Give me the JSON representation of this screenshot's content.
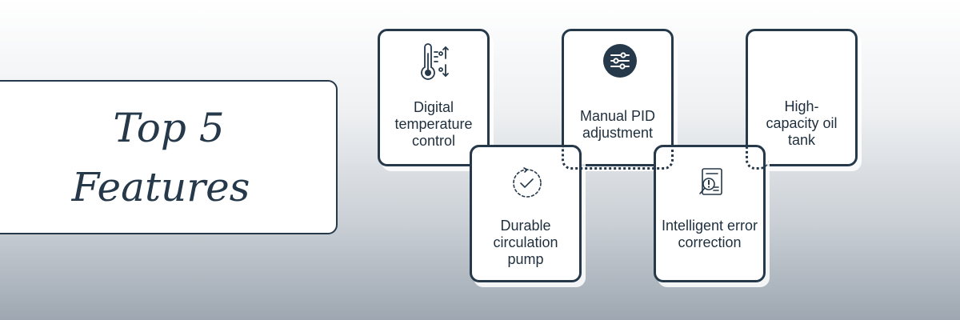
{
  "title": {
    "line1": "Top 5",
    "line2": "Features"
  },
  "features": [
    {
      "label": "Digital temperature control",
      "icon": "thermometer-icon"
    },
    {
      "label": "Durable circulation pump",
      "icon": "clock-check-icon"
    },
    {
      "label": "Manual PID adjustment",
      "icon": "sliders-icon"
    },
    {
      "label": "Intelligent error correction",
      "icon": "error-report-icon"
    },
    {
      "label": "High-capacity oil tank",
      "icon": ""
    }
  ],
  "colors": {
    "primary": "#26394a",
    "card_bg": "#ffffff",
    "text": "#1f2f3d"
  }
}
